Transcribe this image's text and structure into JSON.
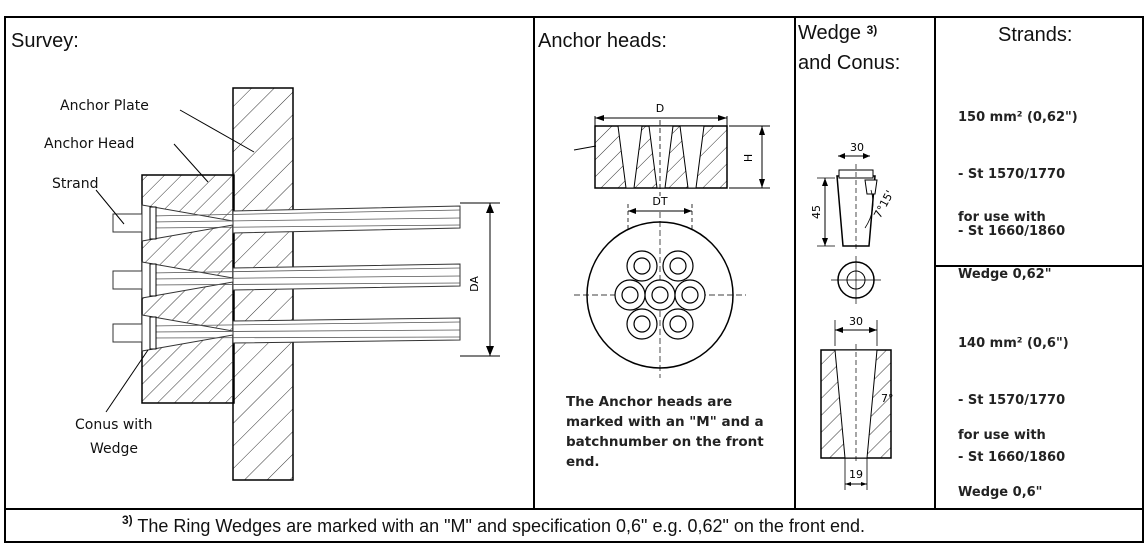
{
  "headers": {
    "survey": "Survey:",
    "anchor_heads": "Anchor heads:",
    "wedge_line1": "Wedge",
    "wedge_sup": "3)",
    "wedge_line2": "and Conus:",
    "strands": "Strands:"
  },
  "survey": {
    "anchor_plate": "Anchor Plate",
    "anchor_head": "Anchor Head",
    "strand": "Strand",
    "conus_line1": "Conus with",
    "conus_line2": "Wedge",
    "dim_da": "DA"
  },
  "anchor_heads": {
    "dim_d": "D",
    "dim_h": "H",
    "dim_dt": "DT",
    "note": "The Anchor heads are marked with an \"M\" and a batchnumber on the front end."
  },
  "wedge": {
    "dim_30_top": "30",
    "dim_45": "45",
    "dim_angle": "7°15'",
    "dim_30_bottom": "30",
    "dim_7": "7°",
    "dim_19": "19"
  },
  "strands": {
    "spec1_l1": "150 mm² (0,62\")",
    "spec1_l2": "- St 1570/1770",
    "spec1_l3": "- St 1660/1860",
    "spec1_use1": "for use with",
    "spec1_use2": "Wedge 0,62\"",
    "spec2_l1": "140 mm² (0,6\")",
    "spec2_l2": "- St 1570/1770",
    "spec2_l3": "- St 1660/1860",
    "spec2_use1": "for use with",
    "spec2_use2": "Wedge 0,6\""
  },
  "footer": {
    "sup": "3)",
    "text": " The Ring Wedges are marked with an \"M\" and specification 0,6\"  e.g. 0,62\" on the front end."
  }
}
